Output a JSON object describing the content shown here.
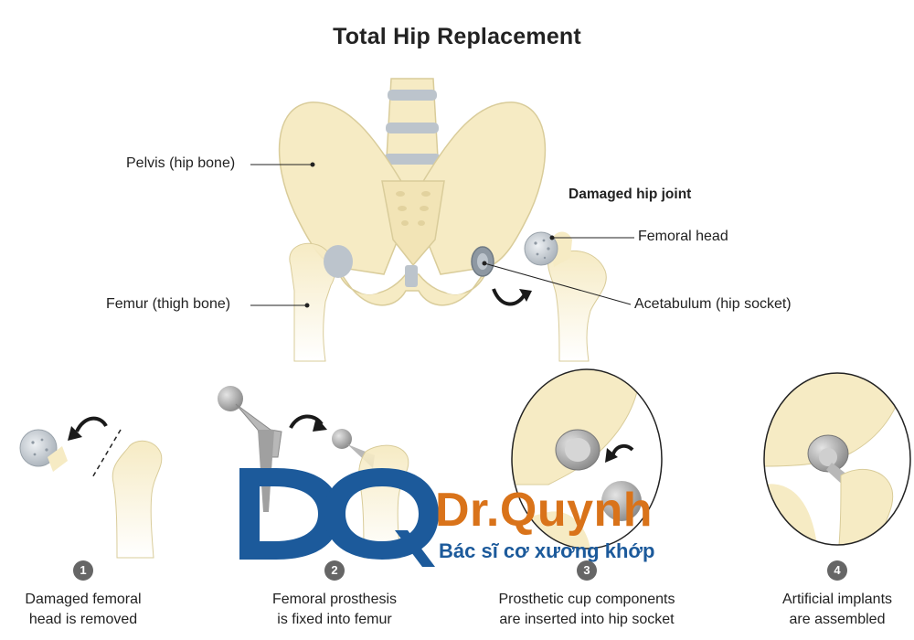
{
  "title": "Total Hip Replacement",
  "anatomy_labels": {
    "pelvis": "Pelvis (hip bone)",
    "femur": "Femur (thigh bone)",
    "damaged_heading": "Damaged hip joint",
    "femoral_head": "Femoral head",
    "acetabulum": "Acetabulum (hip socket)"
  },
  "steps": [
    {
      "number": "1",
      "line1": "Damaged femoral",
      "line2": "head is removed"
    },
    {
      "number": "2",
      "line1": "Femoral prosthesis",
      "line2": "is fixed into femur"
    },
    {
      "number": "3",
      "line1": "Prosthetic cup components",
      "line2": "are inserted into hip socket"
    },
    {
      "number": "4",
      "line1": "Artificial implants",
      "line2": "are assembled"
    }
  ],
  "watermark": {
    "brand": "Dr.Quynh",
    "tagline": "Bác sĩ cơ xương khớp"
  },
  "colors": {
    "bone": "#f6ebc4",
    "bone_outline": "#d9cc9a",
    "cartilage": "#bcc4cc",
    "metal": "#a8a8a8",
    "watermark_blue": "#1c5a9b",
    "watermark_orange": "#d9731a"
  }
}
